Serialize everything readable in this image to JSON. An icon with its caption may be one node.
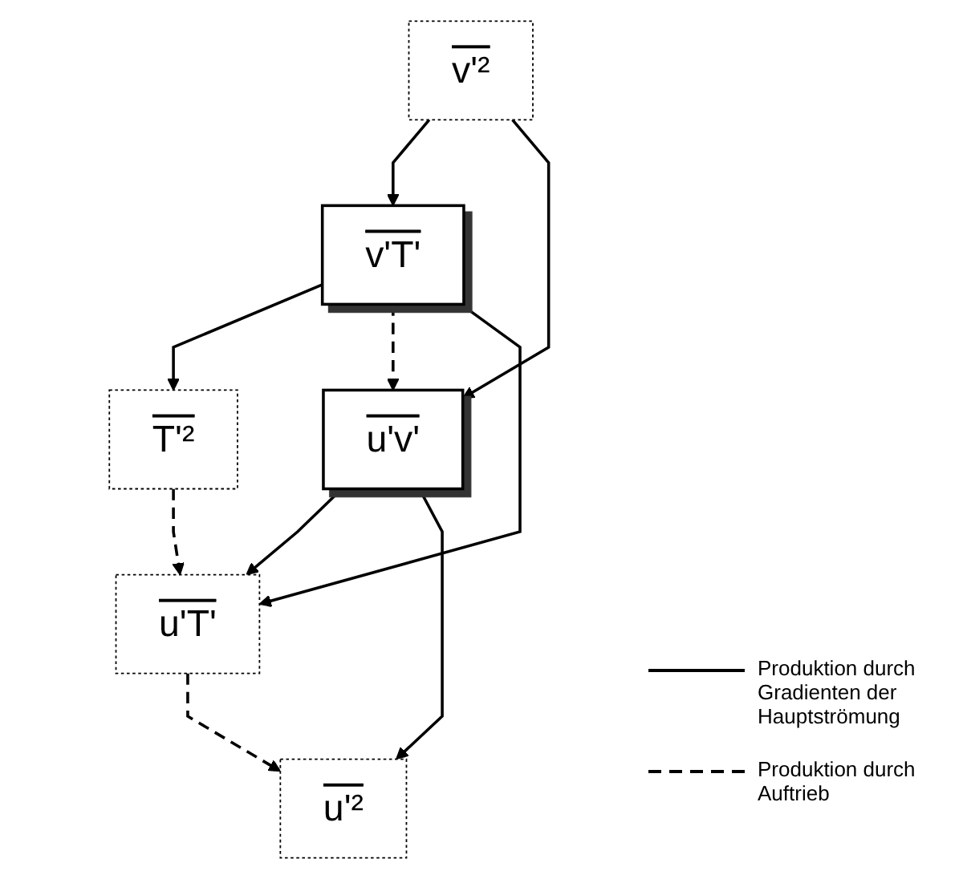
{
  "diagram": {
    "nodes": [
      {
        "text": [
          "v'²"
        ]
      },
      {
        "text": [
          "v'T'"
        ]
      },
      {
        "text": [
          "T'²"
        ]
      },
      {
        "text": [
          "u'v'"
        ]
      },
      {
        "text": [
          "u'T'"
        ]
      },
      {
        "text": [
          "u'²"
        ]
      }
    ],
    "edges": [
      {
        "from": 0,
        "to": 1,
        "arrow": "to"
      },
      {
        "from": 1,
        "to": 2,
        "arrow": "to"
      },
      {
        "from": 0,
        "to": 3,
        "arrow": "to"
      },
      {
        "from": 1,
        "to": 3,
        "arrow": "to",
        "style": "dashed"
      },
      {
        "from": 1,
        "to": 4,
        "arrow": "to"
      },
      {
        "from": 2,
        "to": 4,
        "arrow": "to",
        "style": "dashed"
      },
      {
        "from": 3,
        "to": 4,
        "arrow": "to"
      },
      {
        "from": 3,
        "to": 5,
        "arrow": "to"
      },
      {
        "from": 4,
        "to": 5,
        "arrow": "to",
        "style": "dashed"
      }
    ],
    "legend": [
      {
        "text": "Produktion durch Gradienten der Hauptströmung"
      },
      {
        "text": "Produktion durch Auftrieb"
      }
    ]
  }
}
